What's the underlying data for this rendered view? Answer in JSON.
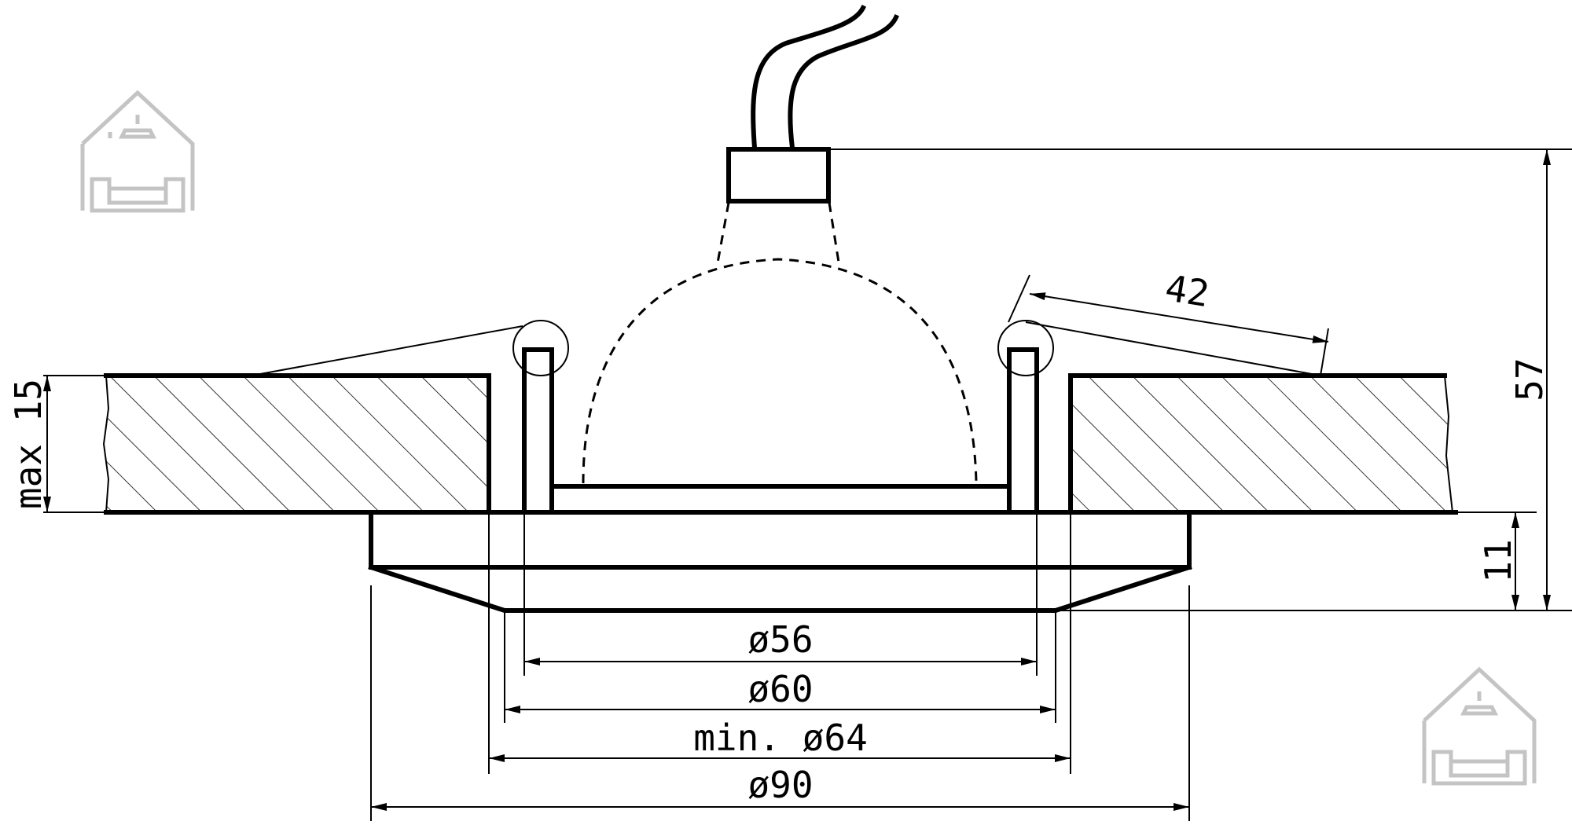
{
  "dimensions": {
    "d56": "ø56",
    "d60": "ø60",
    "d64": "min. ø64",
    "d90": "ø90",
    "h57": "57",
    "h11": "11",
    "h15": "max 15",
    "l42": "42"
  },
  "icons": {
    "logo_top": "house-sofa-logo-icon",
    "logo_bottom": "house-sofa-logo-icon"
  },
  "colors": {
    "line": "#000000",
    "logo": "#c4c4c4"
  }
}
